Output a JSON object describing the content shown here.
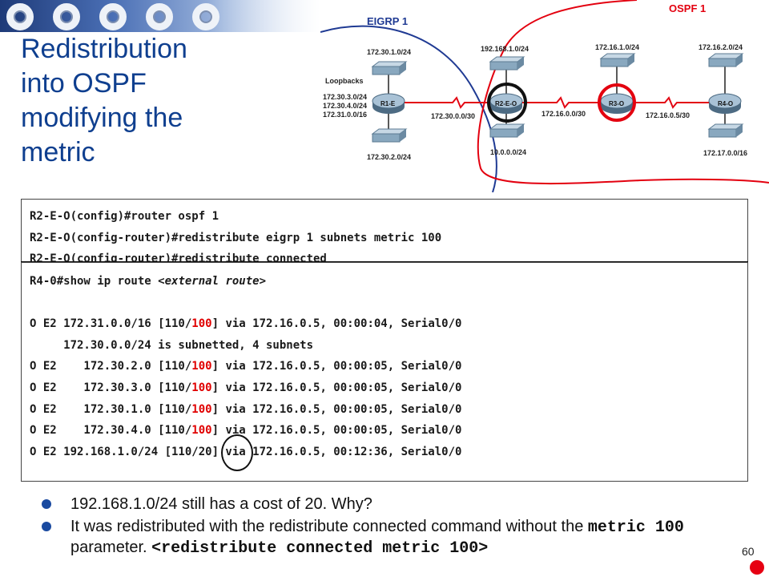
{
  "slide": {
    "title": "Redistribution into OSPF modifying the metric",
    "page_number": "60"
  },
  "diagram": {
    "domains": {
      "eigrp": "EIGRP 1",
      "ospf": "OSPF 1"
    },
    "colors": {
      "eigrp_boundary": "#1f3a93",
      "ospf_boundary": "#e3000f",
      "serial_link": "#e30613",
      "highlight_ring_asbr": "#111111",
      "highlight_ring_r3": "#e3000f"
    },
    "loopbacks_label": "Loopbacks",
    "loopbacks": [
      "172.30.3.0/24",
      "172.30.4.0/24",
      "172.31.0.0/16"
    ],
    "routers": [
      "R1-E",
      "R2-E-O",
      "R3-O",
      "R4-O"
    ],
    "networks": {
      "r1_top": "172.30.1.0/24",
      "r1_bottom": "172.30.2.0/24",
      "r2_top": "192.168.1.0/24",
      "r2_bottom": "10.0.0.0/24",
      "r3_top": "172.16.1.0/24",
      "r4_top": "172.16.2.0/24",
      "r4_bottom": "172.17.0.0/16",
      "link_r1_r2": "172.30.0.0/30",
      "link_r2_r3": "172.16.0.0/30",
      "link_r3_r4": "172.16.0.5/30"
    }
  },
  "config_commands": [
    "R2-E-O(config)#router ospf 1",
    "R2-E-O(config-router)#redistribute eigrp 1 subnets metric 100",
    "R2-E-O(config-router)#redistribute connected"
  ],
  "show_output": {
    "prompt": "R4-0#show ip route ",
    "prompt_arg": "<external route>",
    "lines": [
      {
        "pre": "O E2 172.31.0.0/16 [110/",
        "metric": "100",
        "post": "] via 172.16.0.5, 00:00:04, Serial0/0"
      },
      {
        "pre": "     172.30.0.0/24 is subnetted, 4 subnets",
        "metric": "",
        "post": ""
      },
      {
        "pre": "O E2    172.30.2.0 [110/",
        "metric": "100",
        "post": "] via 172.16.0.5, 00:00:05, Serial0/0"
      },
      {
        "pre": "O E2    172.30.3.0 [110/",
        "metric": "100",
        "post": "] via 172.16.0.5, 00:00:05, Serial0/0"
      },
      {
        "pre": "O E2    172.30.1.0 [110/",
        "metric": "100",
        "post": "] via 172.16.0.5, 00:00:05, Serial0/0"
      },
      {
        "pre": "O E2    172.30.4.0 [110/",
        "metric": "100",
        "post": "] via 172.16.0.5, 00:00:05, Serial0/0"
      },
      {
        "pre": "O E2 192.168.1.0/24 [110/20] via 172.16.0.5, 00:12:36, Serial0/0",
        "metric": "",
        "post": ""
      }
    ]
  },
  "bullets": {
    "b1": "192.168.1.0/24 still has a cost of 20. Why?",
    "b2_text": "It was redistributed with the redistribute connected command without the ",
    "b2_mono1": "metric 100",
    "b2_text2": " parameter. ",
    "b2_mono2": "<redistribute connected metric 100>"
  }
}
